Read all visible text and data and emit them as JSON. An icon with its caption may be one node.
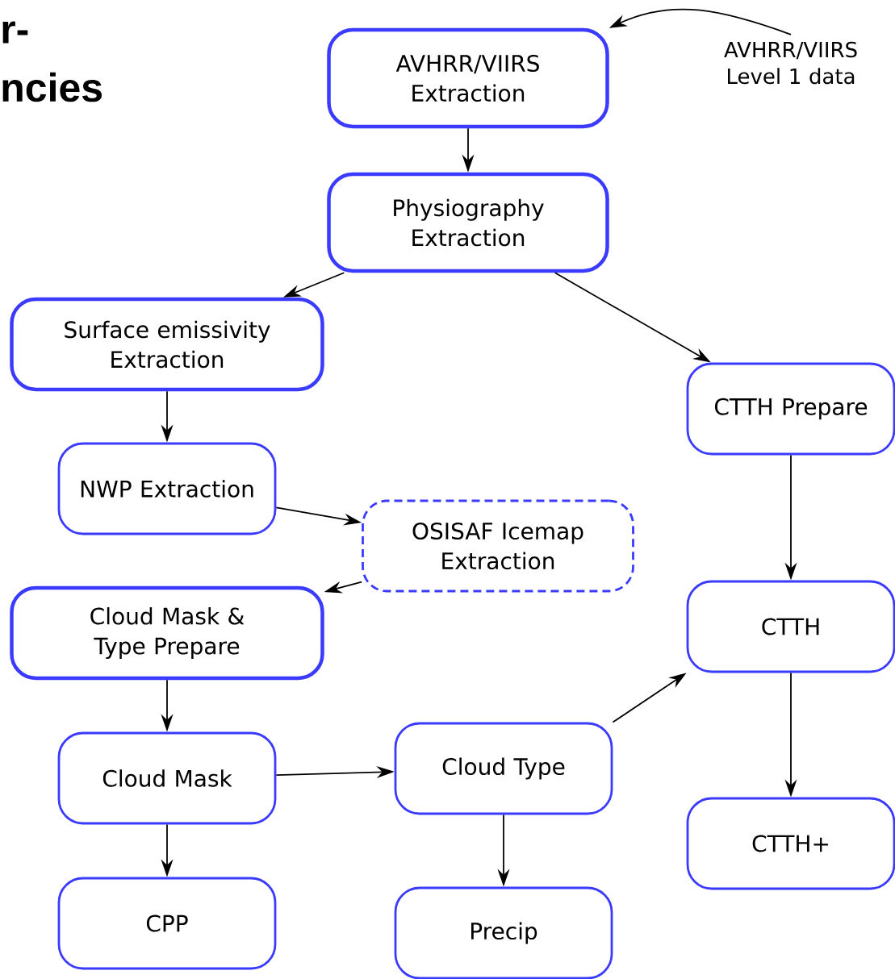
{
  "diagram": {
    "nodes": [
      {
        "text": [
          "AVHRR/VIIRS Extraction"
        ]
      },
      {
        "text": [
          "AVHRR/VIIRS Level 1 data"
        ]
      },
      {
        "text": [
          "Physiography Extraction"
        ]
      },
      {
        "text": [
          "Surface emissivity Extraction"
        ]
      },
      {
        "text": [
          "NWP Extraction"
        ]
      },
      {
        "text": [
          "OSISAF Icemap Extraction"
        ]
      },
      {
        "text": [
          "Cloud Mask & Type Prepare"
        ]
      },
      {
        "text": [
          "CTTH Prepare"
        ]
      },
      {
        "text": [
          "CTTH"
        ]
      },
      {
        "text": [
          "Cloud Mask"
        ]
      },
      {
        "text": [
          "Cloud Type"
        ]
      },
      {
        "text": [
          "CTTH+"
        ]
      },
      {
        "text": [
          "CPP"
        ]
      },
      {
        "text": [
          "Precip"
        ]
      }
    ],
    "edges": [
      {
        "from": 1,
        "to": 0,
        "arrow": "to"
      },
      {
        "from": 0,
        "to": 2,
        "arrow": "to"
      },
      {
        "from": 2,
        "to": 3,
        "arrow": "to"
      },
      {
        "from": 2,
        "to": 7,
        "arrow": "to"
      },
      {
        "from": 3,
        "to": 4,
        "arrow": "to"
      },
      {
        "from": 4,
        "to": 5,
        "arrow": "to"
      },
      {
        "from": 5,
        "to": 6,
        "arrow": "to"
      },
      {
        "from": 6,
        "to": 9,
        "arrow": "to"
      },
      {
        "from": 9,
        "to": 10,
        "arrow": "to"
      },
      {
        "from": 9,
        "to": 12,
        "arrow": "to"
      },
      {
        "from": 10,
        "to": 13,
        "arrow": "to"
      },
      {
        "from": 10,
        "to": 8,
        "arrow": "to"
      },
      {
        "from": 7,
        "to": 8,
        "arrow": "to"
      },
      {
        "from": 8,
        "to": 11,
        "arrow": "to"
      }
    ],
    "labels": [
      "r-",
      "ncies"
    ]
  }
}
